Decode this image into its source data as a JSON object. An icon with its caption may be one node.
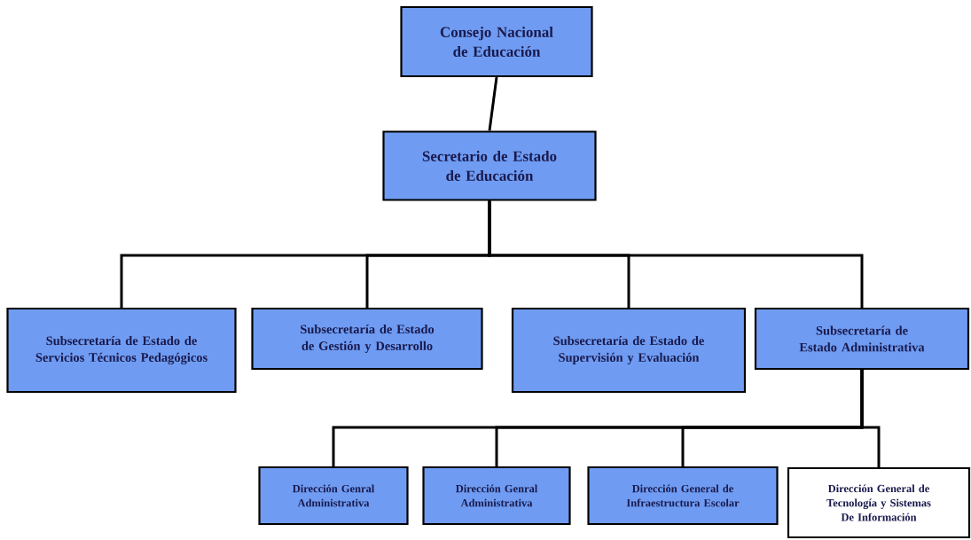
{
  "diagram": {
    "nodes": [
      {
        "text": [
          "Consejo Nacional de Educación"
        ]
      },
      {
        "text": [
          "Secretario de Estado de Educación"
        ]
      },
      {
        "text": [
          "Subsecretaría de Estado de Servicios Técnicos Pedagógicos"
        ]
      },
      {
        "text": [
          "Subsecretaría de Estado de Gestión y Desarrollo"
        ]
      },
      {
        "text": [
          "Subsecretaría de Estado de Supervisión y Evaluación"
        ]
      },
      {
        "text": [
          "Subsecretaría de Estado Administrativa"
        ]
      },
      {
        "text": [
          "Dirección Genral Administrativa"
        ]
      },
      {
        "text": [
          "Dirección Genral Administrativa"
        ]
      },
      {
        "text": [
          "Dirección General de Infraestructura Escolar"
        ]
      },
      {
        "text": [
          "Dirección General de Tecnología y Sistemas De Información"
        ]
      }
    ],
    "edges": [
      {
        "from": 0,
        "to": 1,
        "arrow": "none"
      },
      {
        "from": 1,
        "to": 2,
        "arrow": "none"
      },
      {
        "from": 1,
        "to": 3,
        "arrow": "none"
      },
      {
        "from": 1,
        "to": 4,
        "arrow": "none"
      },
      {
        "from": 1,
        "to": 5,
        "arrow": "none"
      },
      {
        "from": 5,
        "to": 6,
        "arrow": "none"
      },
      {
        "from": 5,
        "to": 7,
        "arrow": "none"
      },
      {
        "from": 5,
        "to": 8,
        "arrow": "none"
      },
      {
        "from": 5,
        "to": 9,
        "arrow": "none"
      }
    ]
  }
}
